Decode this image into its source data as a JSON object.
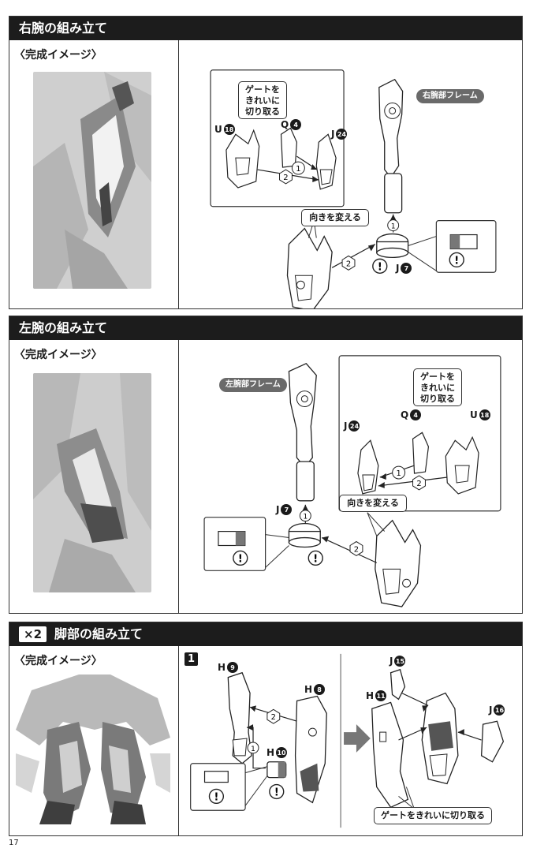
{
  "sections": {
    "right_arm": {
      "title": "右腕の組み立て",
      "image_label": "〈完成イメージ〉",
      "callout_gate": "ゲートを\nきれいに\n切り取る",
      "callout_orient": "向きを変える",
      "frame_label": "右腕部フレーム",
      "parts": [
        {
          "letter": "U",
          "num": "18"
        },
        {
          "letter": "Q",
          "num": "4"
        },
        {
          "letter": "J",
          "num": "24"
        },
        {
          "letter": "J",
          "num": "7"
        }
      ],
      "step_1": "1",
      "step_2": "2"
    },
    "left_arm": {
      "title": "左腕の組み立て",
      "image_label": "〈完成イメージ〉",
      "callout_gate": "ゲートを\nきれいに\n切り取る",
      "callout_orient": "向きを変える",
      "frame_label": "左腕部フレーム",
      "parts": [
        {
          "letter": "J",
          "num": "24"
        },
        {
          "letter": "Q",
          "num": "4"
        },
        {
          "letter": "U",
          "num": "18"
        },
        {
          "letter": "J",
          "num": "7"
        }
      ],
      "step_1": "1",
      "step_2": "2"
    },
    "legs": {
      "multiplier": "×2",
      "title": "脚部の組み立て",
      "image_label": "〈完成イメージ〉",
      "step_number": "1",
      "callout_gate": "ゲートをきれいに切り取る",
      "parts": [
        {
          "letter": "H",
          "num": "9"
        },
        {
          "letter": "H",
          "num": "8"
        },
        {
          "letter": "H",
          "num": "10"
        },
        {
          "letter": "J",
          "num": "15"
        },
        {
          "letter": "H",
          "num": "11"
        },
        {
          "letter": "J",
          "num": "16"
        }
      ],
      "step_1": "1",
      "step_2": "2"
    }
  },
  "page_number": "17",
  "colors": {
    "header_bg": "#1c1c1c",
    "pill_bg": "#6a6a6a"
  }
}
